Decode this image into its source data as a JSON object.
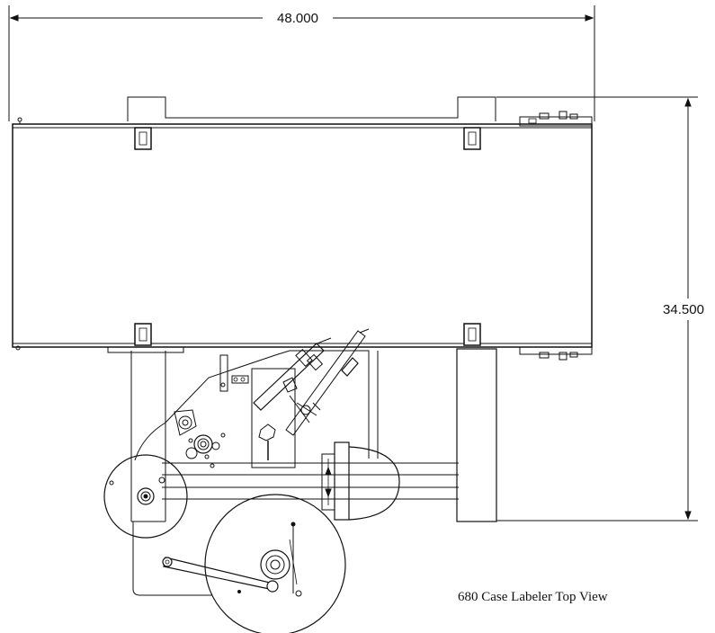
{
  "dimensions": {
    "width_label": "48.000",
    "height_label": "34.500"
  },
  "caption": "680 Case Labeler Top View",
  "colors": {
    "line": "#111111",
    "background": "#ffffff"
  }
}
